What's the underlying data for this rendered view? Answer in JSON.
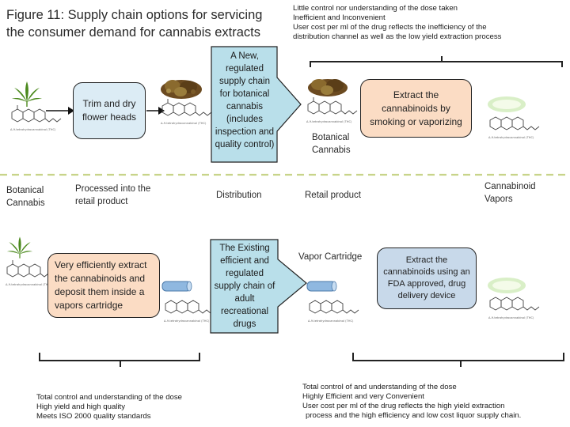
{
  "title_line1": "Figure 11: Supply chain options for servicing",
  "title_line2": "the consumer demand for cannabis extracts",
  "top_notes": [
    "Little control nor understanding of the dose taken",
    "Inefficient and Inconvenient",
    "User cost per ml of the drug reflects the inefficiency of the",
    "distribution channel as well as the low yield extraction  process"
  ],
  "top_row": {
    "trim_box": "Trim and dry flower heads",
    "new_chain_arrow": "A New, regulated supply chain for botanical cannabis (includes inspection and quality control)",
    "extract_box": "Extract the cannabinoids by smoking or vaporizing",
    "botanical_cannabis_label": "Botanical Cannabis"
  },
  "stage_labels": {
    "botanical": "Botanical Cannabis",
    "processed": "Processed into the retail product",
    "distribution": "Distribution",
    "retail": "Retail product",
    "vapors": "Cannabinoid Vapors"
  },
  "bottom_row": {
    "efficient_box": "Very efficiently extract the cannabinoids  and deposit them inside a vapors  cartridge",
    "existing_chain_arrow": "The Existing efficient and regulated supply chain of adult recreational drugs",
    "vapor_cartridge_label": "Vapor Cartridge",
    "fda_box": "Extract the cannabinoids using an FDA approved, drug delivery device"
  },
  "bottom_left_notes": [
    "Total control and understanding of the dose",
    "High yield and high quality",
    "Meets ISO 2000 quality standards"
  ],
  "bottom_right_notes": [
    "Total control of and understanding of the dose",
    "Highly Efficient and very Convenient",
    "User cost per ml of the drug reflects the high yield extraction",
    "process and the high efficiency and low cost liquor supply chain."
  ],
  "colors": {
    "box_blue": "#dcecf5",
    "box_orange": "#fbdcc4",
    "box_steel": "#c8d9ea",
    "arrow_fill": "#b9dfea",
    "divider": "#c8d48a",
    "leaf_green": "#4c8a1e",
    "bud_brown": "#6b4a20",
    "cartridge_blue": "#8fb8e0"
  },
  "icons": [
    "cannabis-leaf-icon",
    "thc-molecule-icon",
    "cannabis-bud-icon",
    "vapor-cloud-icon",
    "vapor-cartridge-icon"
  ]
}
